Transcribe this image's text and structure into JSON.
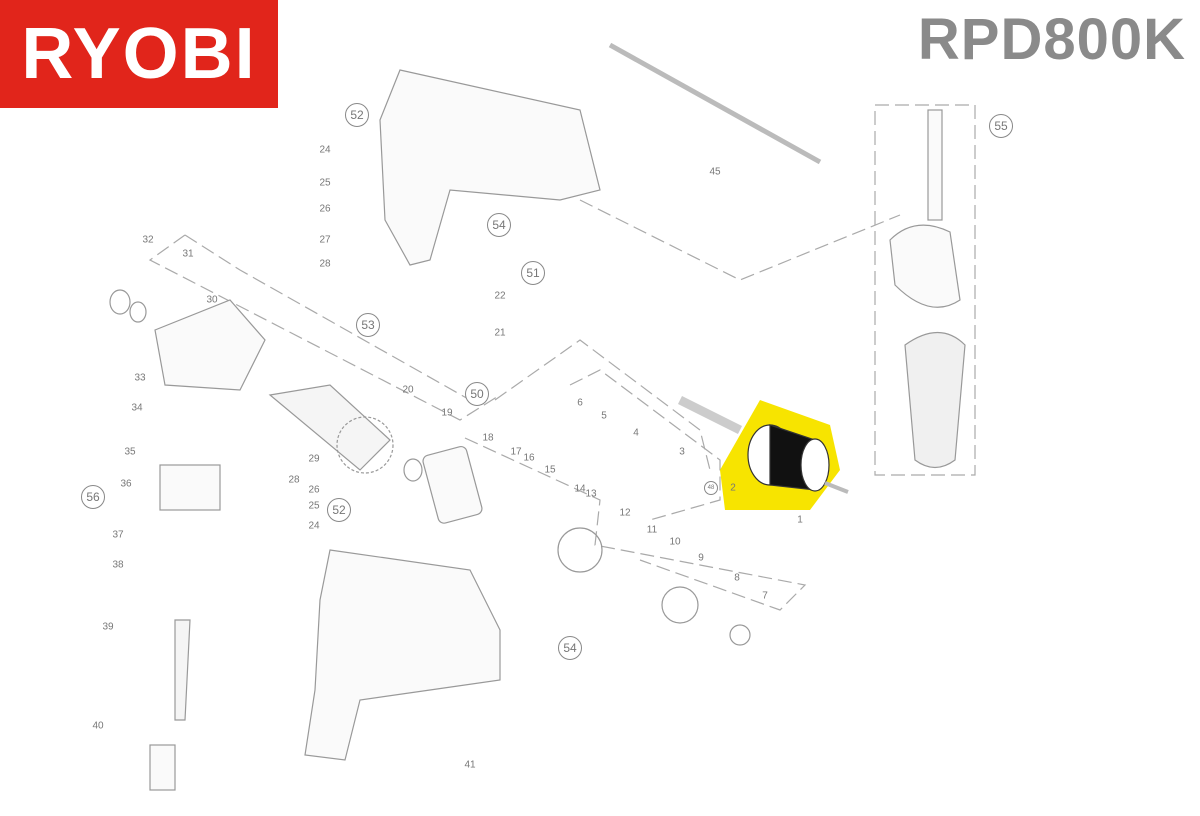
{
  "brand": "RYOBI",
  "model": "RPD800K",
  "highlight_color": "#f7e400",
  "highlighted_part": "2",
  "parts": [
    "52",
    "24",
    "25",
    "26",
    "27",
    "28",
    "32",
    "31",
    "30",
    "53",
    "33",
    "34",
    "35",
    "36",
    "56",
    "37",
    "38",
    "39",
    "40",
    "20",
    "19",
    "18",
    "17",
    "16",
    "15",
    "14",
    "13",
    "12",
    "11",
    "10",
    "9",
    "8",
    "7",
    "29",
    "28",
    "26",
    "25",
    "24",
    "52",
    "50",
    "51",
    "22",
    "21",
    "6",
    "5",
    "4",
    "3",
    "48",
    "2",
    "1",
    "45",
    "54",
    "55",
    "54",
    "41"
  ]
}
